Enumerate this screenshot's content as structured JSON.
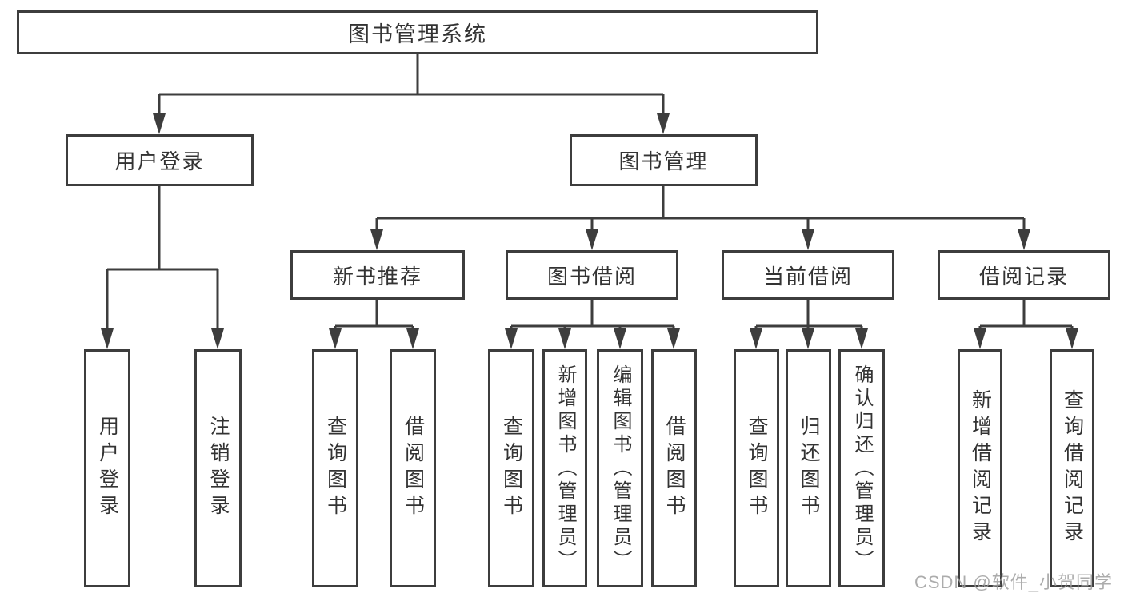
{
  "root": {
    "label": "图书管理系统"
  },
  "branches": {
    "user_login": {
      "label": "用户登录",
      "children": [
        {
          "label": "用户登录"
        },
        {
          "label": "注销登录"
        }
      ]
    },
    "book_mgmt": {
      "label": "图书管理",
      "children": [
        {
          "label": "新书推荐",
          "children": [
            {
              "label": "查询图书"
            },
            {
              "label": "借阅图书"
            }
          ]
        },
        {
          "label": "图书借阅",
          "children": [
            {
              "label": "查询图书"
            },
            {
              "label": "新增图书（管理员）"
            },
            {
              "label": "编辑图书（管理员）"
            },
            {
              "label": "借阅图书"
            }
          ]
        },
        {
          "label": "当前借阅",
          "children": [
            {
              "label": "查询图书"
            },
            {
              "label": "归还图书"
            },
            {
              "label": "确认归还（管理员）"
            }
          ]
        },
        {
          "label": "借阅记录",
          "children": [
            {
              "label": "新增借阅记录"
            },
            {
              "label": "查询借阅记录"
            }
          ]
        }
      ]
    }
  },
  "watermark": {
    "text": "CSDN @软件_小贺同学"
  },
  "colors": {
    "line": "#3d3d3d",
    "text": "#333333",
    "watermark": "#9e9e9e",
    "background": "#ffffff"
  }
}
